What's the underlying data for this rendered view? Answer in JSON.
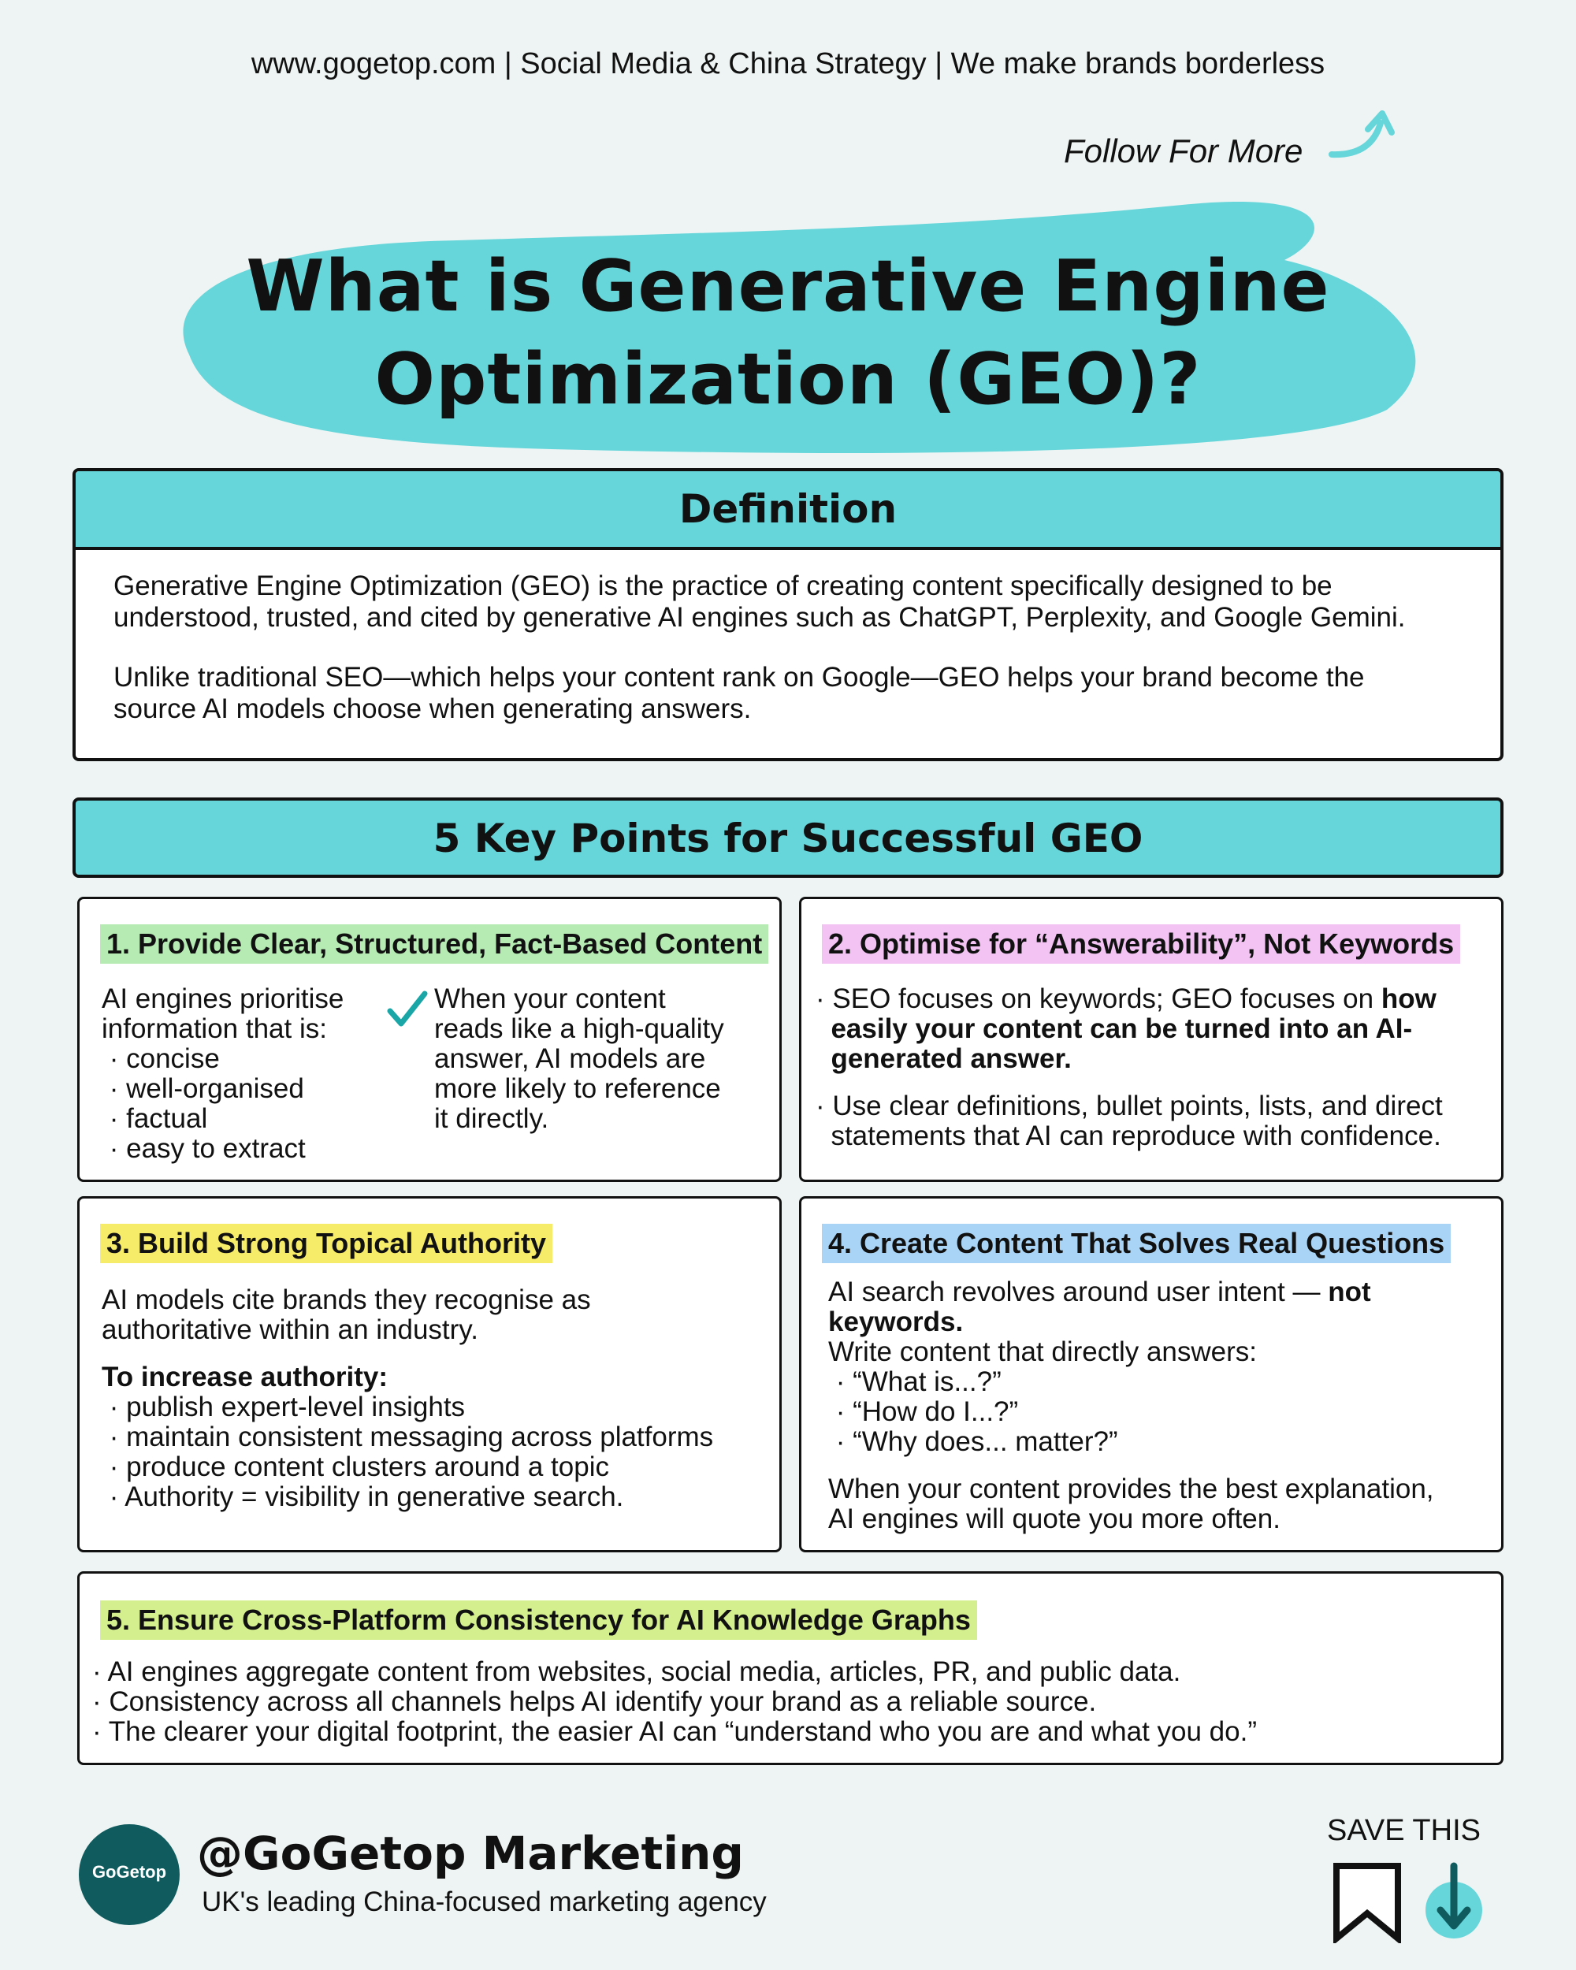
{
  "header": {
    "tagline": "www.gogetop.com | Social Media & China Strategy | We make brands borderless",
    "follow": "Follow For More"
  },
  "title": {
    "line1": "What is Generative Engine",
    "line2": "Optimization (GEO)?"
  },
  "definition": {
    "heading": "Definition",
    "p1_line1": "Generative Engine Optimization (GEO) is the practice of creating content specifically designed to be",
    "p1_line2": "understood, trusted, and cited by generative AI engines such as ChatGPT, Perplexity, and Google Gemini.",
    "p2_line1": "Unlike traditional SEO—which helps your content rank on Google—GEO helps your brand become the",
    "p2_line2": "source AI models choose when generating answers."
  },
  "key_points": {
    "heading": "5 Key Points for Successful GEO",
    "p1": {
      "title": "1. Provide Clear, Structured, Fact-Based Content",
      "intro1": "AI engines prioritise",
      "intro2": "information that is:",
      "items": [
        "concise",
        "well-organised",
        "factual",
        "easy to extract"
      ],
      "right": [
        "When your content",
        "reads like a high-quality",
        "answer, AI models are",
        "more likely to reference",
        "it directly."
      ]
    },
    "p2": {
      "title": "2. Optimise for “Answerability”, Not Keywords",
      "b1_plain": "SEO focuses on keywords; GEO focuses on",
      "b1_bold_a": "how",
      "b1_bold_b": "easily your content can be turned into an AI-",
      "b1_bold_c": "generated answer.",
      "b2_line1": "Use clear definitions, bullet points, lists, and direct",
      "b2_line2": "statements that AI can reproduce with confidence."
    },
    "p3": {
      "title": "3. Build Strong Topical Authority",
      "line1": "AI models cite brands they recognise as",
      "line2": "authoritative within an industry.",
      "sub": "To increase authority:",
      "items": [
        "publish expert-level insights",
        "maintain consistent messaging across platforms",
        "produce content clusters around a topic",
        "Authority = visibility in generative search."
      ]
    },
    "p4": {
      "title": "4. Create Content That Solves Real Questions",
      "line1_plain": "AI search revolves around user intent —",
      "line1_bold": "not",
      "line2_bold": "keywords.",
      "line3": "Write content that directly answers:",
      "items": [
        "“What is...?”",
        "“How do I...?”",
        "“Why does... matter?”"
      ],
      "end1": "When your content provides the best explanation,",
      "end2": "AI engines will quote you more often."
    },
    "p5": {
      "title": "5. Ensure Cross-Platform Consistency for AI Knowledge Graphs",
      "items": [
        "AI engines aggregate content from websites, social media, articles, PR, and public data.",
        "Consistency across all channels helps AI identify your brand as a reliable source.",
        "The clearer your digital footprint, the easier AI can “understand who you are and what you do.”"
      ]
    }
  },
  "footer": {
    "logo_text": "GoGetop",
    "handle": "@GoGetop Marketing",
    "tagline": "UK's leading China-focused marketing agency",
    "save": "SAVE THIS"
  },
  "colors": {
    "accent": "#66d6da",
    "green_hl": "#b6ecb4",
    "pink_hl": "#f3c4f3",
    "yellow_hl": "#f7ec6a",
    "blue_hl": "#a9d4f5",
    "lime_hl": "#d4ef8e",
    "logo_bg": "#0f5b5e"
  }
}
